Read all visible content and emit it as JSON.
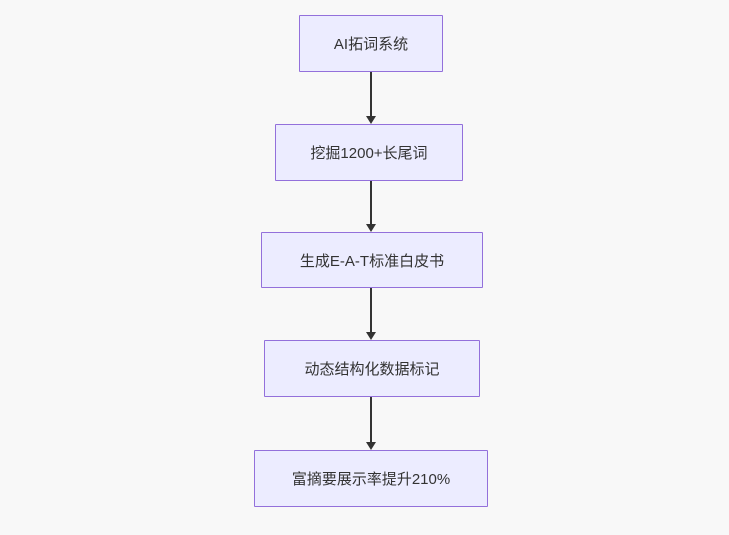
{
  "flowchart": {
    "type": "flowchart-top-down",
    "nodes": [
      {
        "id": "step1",
        "label": "AI拓词系统"
      },
      {
        "id": "step2",
        "label": "挖掘1200+长尾词"
      },
      {
        "id": "step3",
        "label": "生成E-A-T标准白皮书"
      },
      {
        "id": "step4",
        "label": "动态结构化数据标记"
      },
      {
        "id": "step5",
        "label": "富摘要展示率提升210%"
      }
    ],
    "edges": [
      {
        "from": "step1",
        "to": "step2"
      },
      {
        "from": "step2",
        "to": "step3"
      },
      {
        "from": "step3",
        "to": "step4"
      },
      {
        "from": "step4",
        "to": "step5"
      }
    ],
    "colors": {
      "node_fill": "#ECECFF",
      "node_border": "#9370DB",
      "arrow": "#333333",
      "text": "#333333",
      "background": "#f8f8f8"
    }
  }
}
